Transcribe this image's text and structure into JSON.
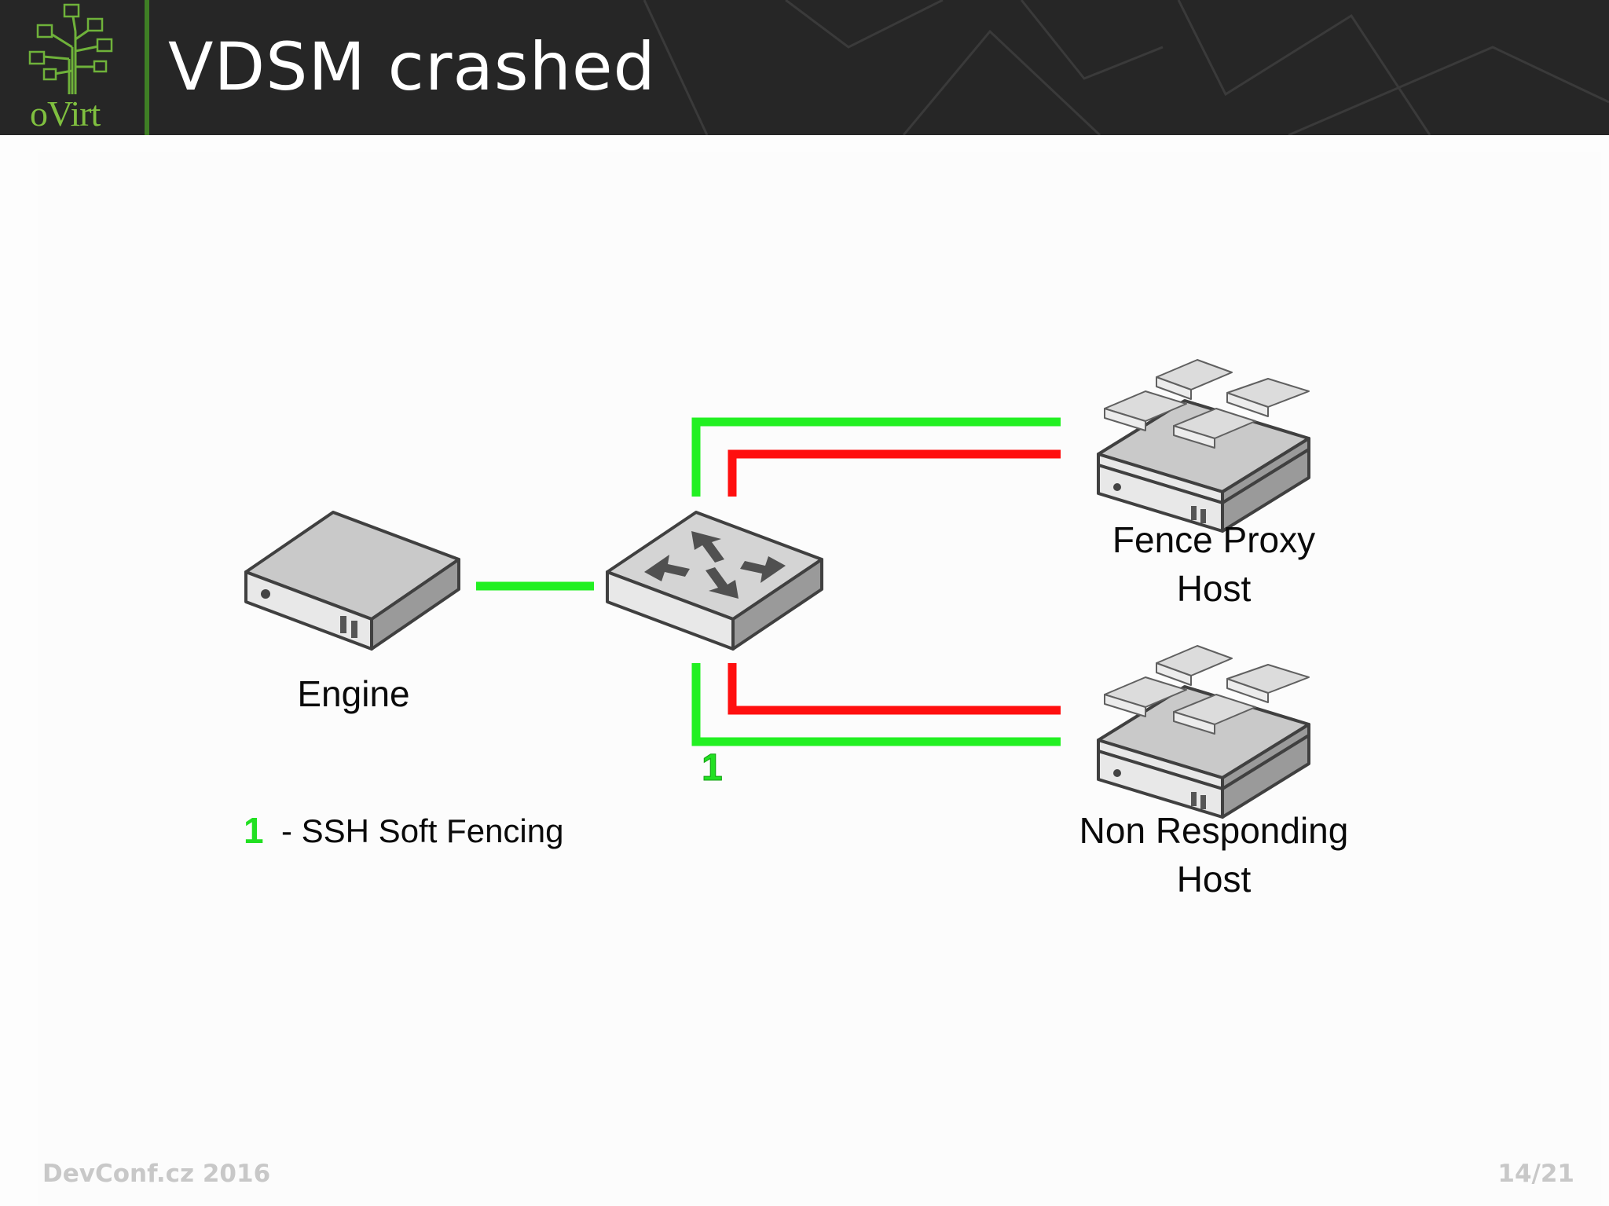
{
  "header": {
    "title": "VDSM crashed",
    "logo_text": "oVirt"
  },
  "diagram": {
    "nodes": {
      "engine": "Engine",
      "switch": "",
      "fence_proxy_host": [
        "Fence Proxy",
        "Host"
      ],
      "non_responding_host": [
        "Non Responding",
        "Host"
      ]
    },
    "link_marker": "1",
    "legend": {
      "number": "1",
      "text": "- SSH Soft Fencing"
    },
    "colors": {
      "ok_link": "#22f022",
      "failed_link": "#ff0f0f"
    }
  },
  "footer": {
    "event": "DevConf.cz 2016",
    "page": "14/21"
  }
}
